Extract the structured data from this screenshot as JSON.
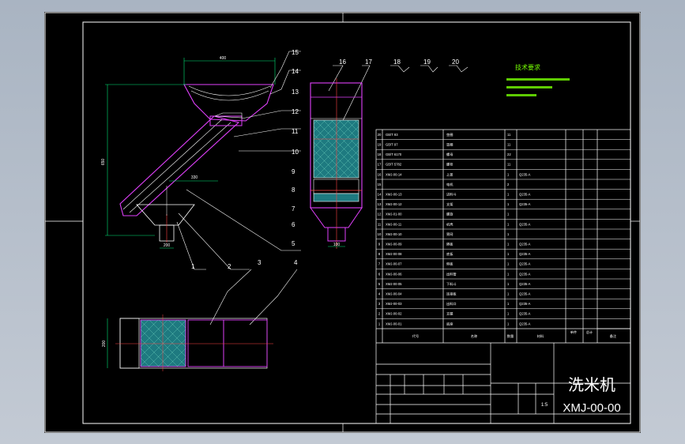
{
  "title_block": {
    "product_name": "洗米机",
    "drawing_number": "XMJ-00-00",
    "scale": "1:5"
  },
  "tech_requirements": {
    "title": "技术要求"
  },
  "balloons": [
    "1",
    "2",
    "3",
    "4",
    "5",
    "6",
    "7",
    "8",
    "9",
    "10",
    "11",
    "12",
    "13",
    "14",
    "15",
    "16",
    "17",
    "18",
    "19",
    "20"
  ],
  "dimensions": {
    "top_width": "400",
    "height": "650",
    "middle": "330",
    "outlet": "200",
    "outlet_right": "100",
    "bottom_height": "200"
  },
  "bom_header": {
    "col_code": "代号",
    "col_name": "名称",
    "col_qty": "数量",
    "col_material": "材料",
    "col_weight": "单件",
    "col_total": "总计",
    "col_note": "备注"
  },
  "bom_rows": [
    {
      "no": "20",
      "code": "GB/T 93",
      "name": "垫圈",
      "qty": "11",
      "mat": ""
    },
    {
      "no": "19",
      "code": "GB/T 97",
      "name": "垫圈",
      "qty": "11",
      "mat": ""
    },
    {
      "no": "18",
      "code": "GB/T 6170",
      "name": "螺母",
      "qty": "22",
      "mat": ""
    },
    {
      "no": "17",
      "code": "GB/T 5782",
      "name": "螺栓",
      "qty": "11",
      "mat": ""
    },
    {
      "no": "16",
      "code": "XMJ-00-14",
      "name": "上盖",
      "qty": "1",
      "mat": "Q235-A"
    },
    {
      "no": "15",
      "code": "",
      "name": "电机",
      "qty": "2",
      "mat": ""
    },
    {
      "no": "14",
      "code": "XMJ-00-13",
      "name": "进料斗",
      "qty": "1",
      "mat": "Q235-A"
    },
    {
      "no": "13",
      "code": "XMJ-00-12",
      "name": "支架",
      "qty": "1",
      "mat": "Q235-A"
    },
    {
      "no": "12",
      "code": "XMJ-01-00",
      "name": "螺旋",
      "qty": "1",
      "mat": ""
    },
    {
      "no": "11",
      "code": "XMJ-00-11",
      "name": "机壳",
      "qty": "1",
      "mat": "Q235-A"
    },
    {
      "no": "10",
      "code": "XMJ-00-10",
      "name": "筛网",
      "qty": "1",
      "mat": ""
    },
    {
      "no": "9",
      "code": "XMJ-00-09",
      "name": "隔板",
      "qty": "1",
      "mat": "Q235-A"
    },
    {
      "no": "8",
      "code": "XMJ-00-08",
      "name": "底板",
      "qty": "1",
      "mat": "Q235-A"
    },
    {
      "no": "7",
      "code": "XMJ-00-07",
      "name": "侧板",
      "qty": "1",
      "mat": "Q235-A"
    },
    {
      "no": "6",
      "code": "XMJ-00-06",
      "name": "出料管",
      "qty": "1",
      "mat": "Q235-A"
    },
    {
      "no": "5",
      "code": "XMJ-00-05",
      "name": "下料斗",
      "qty": "1",
      "mat": "Q235-A"
    },
    {
      "no": "4",
      "code": "XMJ-00-04",
      "name": "连接板",
      "qty": "1",
      "mat": "Q235-A"
    },
    {
      "no": "3",
      "code": "XMJ-00-03",
      "name": "出料口",
      "qty": "1",
      "mat": "Q235-A"
    },
    {
      "no": "2",
      "code": "XMJ-00-02",
      "name": "支腿",
      "qty": "1",
      "mat": "Q235-A"
    },
    {
      "no": "1",
      "code": "XMJ-00-01",
      "name": "底座",
      "qty": "1",
      "mat": "Q235-A"
    }
  ]
}
